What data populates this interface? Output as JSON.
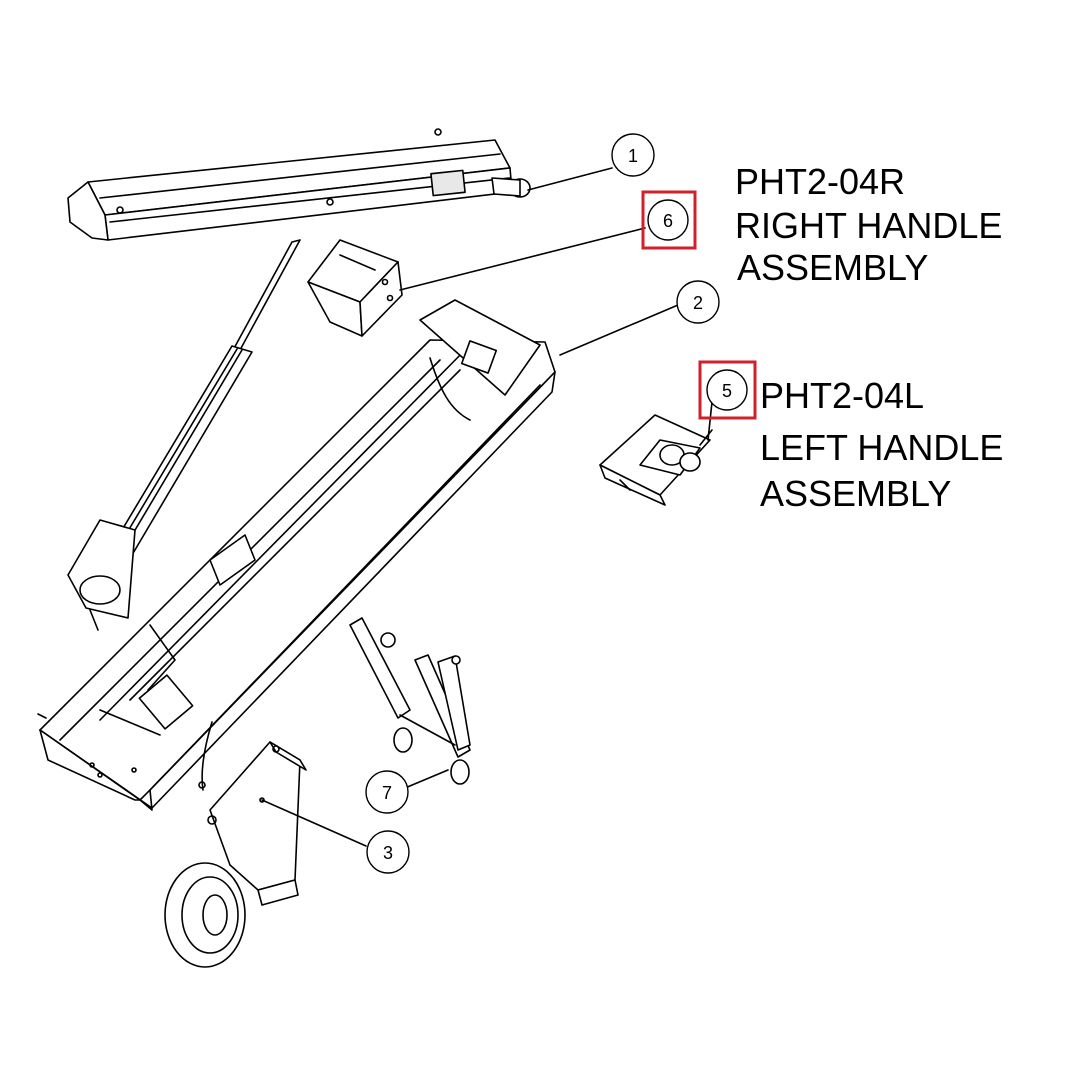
{
  "callouts": [
    {
      "id": "1",
      "label": "1"
    },
    {
      "id": "2",
      "label": "2"
    },
    {
      "id": "3",
      "label": "3"
    },
    {
      "id": "5",
      "label": "5"
    },
    {
      "id": "6",
      "label": "6"
    },
    {
      "id": "7",
      "label": "7"
    }
  ],
  "annotations": {
    "right": {
      "code": "PHT2-04R",
      "line1": "RIGHT HANDLE",
      "line2": "ASSEMBLY"
    },
    "left": {
      "code": "PHT2-04L",
      "line1": "LEFT HANDLE",
      "line2": "ASSEMBLY"
    }
  },
  "colors": {
    "line": "#000000",
    "highlight": "#d0202a",
    "fill": "#ffffff",
    "shade": "#cfcfcf"
  }
}
